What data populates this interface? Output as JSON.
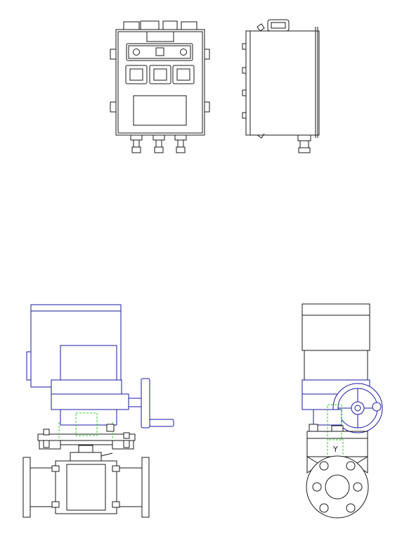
{
  "drawing": {
    "views": [
      "control-box-front",
      "control-box-side",
      "valve-actuator-front",
      "valve-actuator-side"
    ],
    "colors": {
      "box_line": "#1a1a1a",
      "actuator_line": "#1a1aa0",
      "hidden_line": "#33cc33"
    },
    "marker_label": "Y"
  }
}
